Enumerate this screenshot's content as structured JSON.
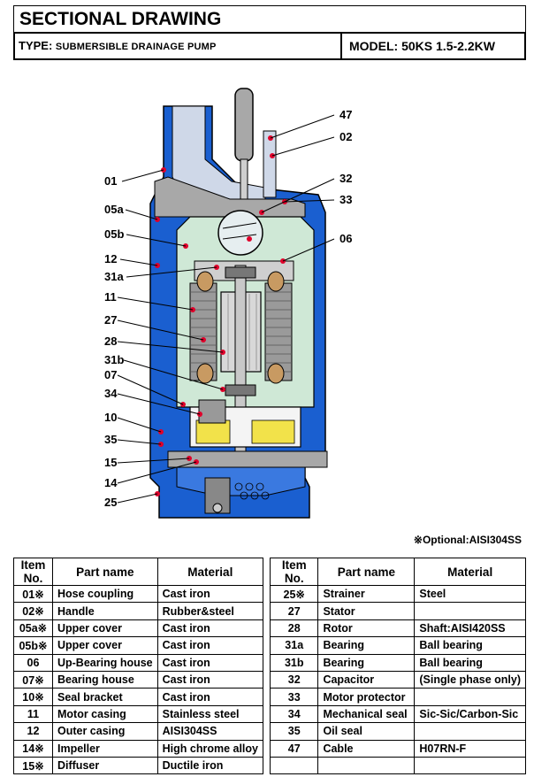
{
  "header": {
    "title": "SECTIONAL DRAWING",
    "type_label": "TYPE:",
    "type_value": "SUBMERSIBLE DRAINAGE PUMP",
    "model_label": "MODEL:",
    "model_value": "50KS  1.5-2.2KW"
  },
  "callouts": {
    "left": [
      "01",
      "05a",
      "05b",
      "12",
      "31a",
      "11",
      "27",
      "28",
      "31b",
      "07",
      "34",
      "10",
      "35",
      "15",
      "14",
      "25"
    ],
    "right": [
      "47",
      "02",
      "32",
      "33",
      "06"
    ]
  },
  "note": "※Optional:AISI304SS",
  "table": {
    "headers": [
      "Item No.",
      "Part name",
      "Material"
    ],
    "left_rows": [
      [
        "01※",
        "Hose coupling",
        "Cast iron"
      ],
      [
        "02※",
        "Handle",
        "Rubber&steel"
      ],
      [
        "05a※",
        "Upper cover",
        "Cast iron"
      ],
      [
        "05b※",
        "Upper cover",
        "Cast iron"
      ],
      [
        "06",
        "Up-Bearing house",
        "Cast iron"
      ],
      [
        "07※",
        "Bearing house",
        "Cast iron"
      ],
      [
        "10※",
        "Seal bracket",
        "Cast iron"
      ],
      [
        "11",
        "Motor casing",
        "Stainless steel"
      ],
      [
        "12",
        "Outer casing",
        "AISI304SS"
      ],
      [
        "14※",
        "Impeller",
        "High chrome alloy"
      ],
      [
        "15※",
        "Diffuser",
        "Ductile iron"
      ]
    ],
    "right_rows": [
      [
        "25※",
        "Strainer",
        "Steel"
      ],
      [
        "27",
        "Stator",
        ""
      ],
      [
        "28",
        "Rotor",
        "Shaft:AISI420SS"
      ],
      [
        "31a",
        "Bearing",
        "Ball bearing"
      ],
      [
        "31b",
        "Bearing",
        "Ball bearing"
      ],
      [
        "32",
        "Capacitor",
        "(Single phase only)"
      ],
      [
        "33",
        "Motor protector",
        ""
      ],
      [
        "34",
        "Mechanical seal",
        "Sic-Sic/Carbon-Sic"
      ],
      [
        "35",
        "Oil seal",
        ""
      ],
      [
        "47",
        "Cable",
        "H07RN-F"
      ],
      [
        "",
        "",
        ""
      ]
    ]
  },
  "colors": {
    "casing_blue": "#1a5fd0",
    "inner_green": "#cfe8d6",
    "metal_gray": "#a8a8a8",
    "oil_yellow": "#f2e24a",
    "winding_tan": "#c89a62",
    "marker_red": "#e0002a"
  }
}
